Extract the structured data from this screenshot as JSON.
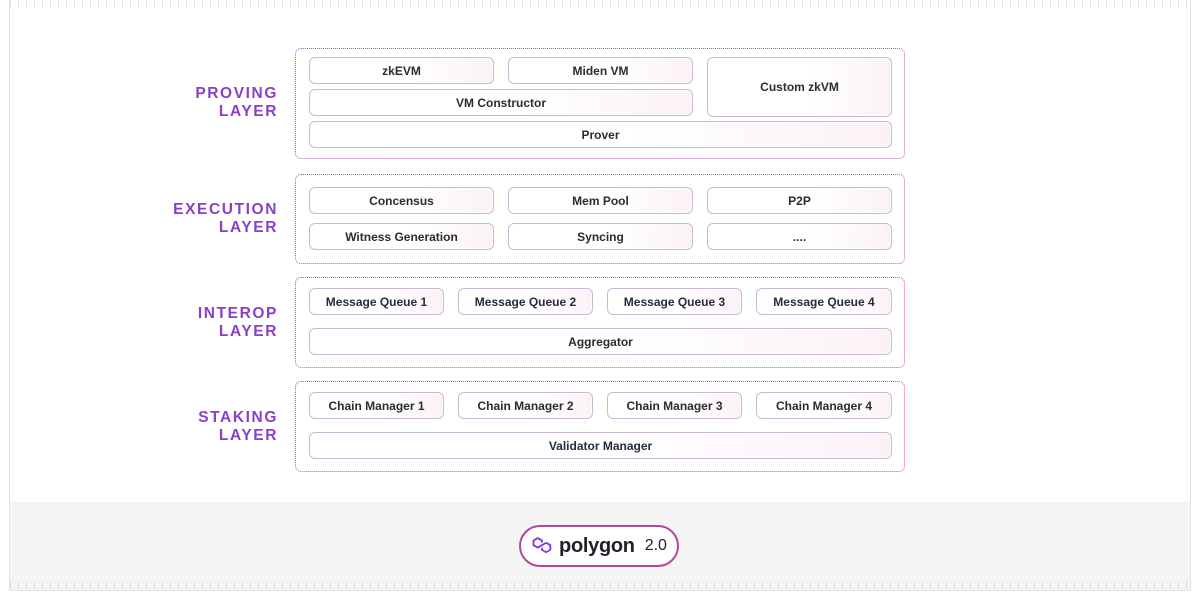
{
  "layers": {
    "proving": {
      "label_line1": "PROVING",
      "label_line2": "LAYER",
      "cells": {
        "zkevm": "zkEVM",
        "miden": "Miden VM",
        "custom": "Custom zkVM",
        "vm_constructor": "VM Constructor",
        "prover": "Prover"
      }
    },
    "execution": {
      "label_line1": "EXECUTION",
      "label_line2": "LAYER",
      "cells": {
        "consensus": "Concensus",
        "mempool": "Mem Pool",
        "p2p": "P2P",
        "witness": "Witness Generation",
        "syncing": "Syncing",
        "more": "...."
      }
    },
    "interop": {
      "label_line1": "INTEROP",
      "label_line2": "LAYER",
      "cells": {
        "mq1": "Message Queue 1",
        "mq2": "Message Queue 2",
        "mq3": "Message Queue 3",
        "mq4": "Message Queue 4",
        "aggregator": "Aggregator"
      }
    },
    "staking": {
      "label_line1": "STAKING",
      "label_line2": "LAYER",
      "cells": {
        "cm1": "Chain Manager 1",
        "cm2": "Chain Manager 2",
        "cm3": "Chain Manager 3",
        "cm4": "Chain Manager 4",
        "validator": "Validator Manager"
      }
    }
  },
  "footer": {
    "logo_word": "polygon",
    "logo_version": "2.0",
    "logo_icon": "polygon-logo-icon"
  },
  "colors": {
    "label_purple": "#8a3fc8",
    "pill_border": "#b3479a",
    "logo_icon": "#7b3fe4"
  }
}
